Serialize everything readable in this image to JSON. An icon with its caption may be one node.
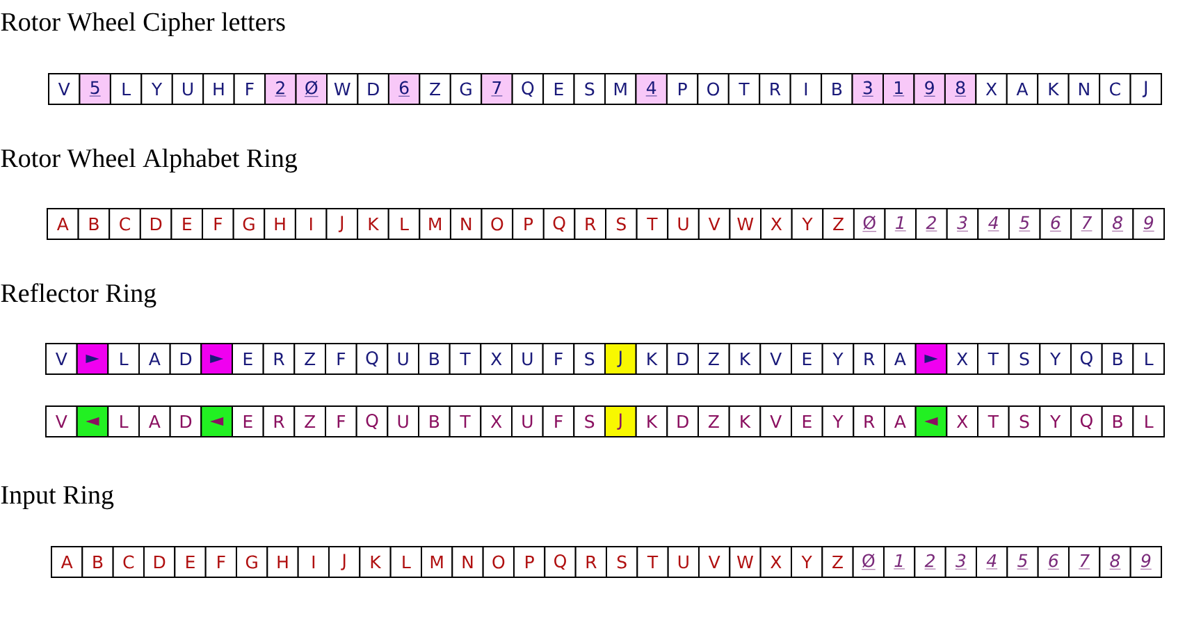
{
  "diagram": {
    "labels": [
      "Rotor Wheel Cipher letters",
      "V",
      "5",
      "L",
      "Y",
      "U",
      "H",
      "F",
      "2",
      "Ø",
      "W",
      "D",
      "6",
      "Z",
      "G",
      "7",
      "Q",
      "E",
      "S",
      "M",
      "4",
      "P",
      "O",
      "T",
      "R",
      "I",
      "B",
      "3",
      "1",
      "9",
      "8",
      "X",
      "A",
      "K",
      "N",
      "C",
      "J",
      "Rotor Wheel Alphabet Ring",
      "A",
      "B",
      "C",
      "D",
      "E",
      "F",
      "G",
      "H",
      "I",
      "J",
      "K",
      "L",
      "M",
      "N",
      "O",
      "P",
      "Q",
      "R",
      "S",
      "T",
      "U",
      "V",
      "W",
      "X",
      "Y",
      "Z",
      "Ø",
      "1",
      "2",
      "3",
      "4",
      "5",
      "6",
      "7",
      "8",
      "9",
      "Reflector Ring",
      "V",
      "►",
      "L",
      "A",
      "D",
      "►",
      "E",
      "R",
      "Z",
      "F",
      "Q",
      "U",
      "B",
      "T",
      "X",
      "U",
      "F",
      "S",
      "J",
      "K",
      "D",
      "Z",
      "K",
      "V",
      "E",
      "Y",
      "R",
      "A",
      "►",
      "X",
      "T",
      "S",
      "Y",
      "Q",
      "B",
      "L",
      "V",
      "◄",
      "L",
      "A",
      "D",
      "◄",
      "E",
      "R",
      "Z",
      "F",
      "Q",
      "U",
      "B",
      "T",
      "X",
      "U",
      "F",
      "S",
      "J",
      "K",
      "D",
      "Z",
      "K",
      "V",
      "E",
      "Y",
      "R",
      "A",
      "◄",
      "X",
      "T",
      "S",
      "Y",
      "Q",
      "B",
      "L",
      "Input Ring",
      "A",
      "B",
      "C",
      "D",
      "E",
      "F",
      "G",
      "H",
      "I",
      "J",
      "K",
      "L",
      "M",
      "N",
      "O",
      "P",
      "Q",
      "R",
      "S",
      "T",
      "U",
      "V",
      "W",
      "X",
      "Y",
      "Z",
      "Ø",
      "1",
      "2",
      "3",
      "4",
      "5",
      "6",
      "7",
      "8",
      "9"
    ]
  }
}
